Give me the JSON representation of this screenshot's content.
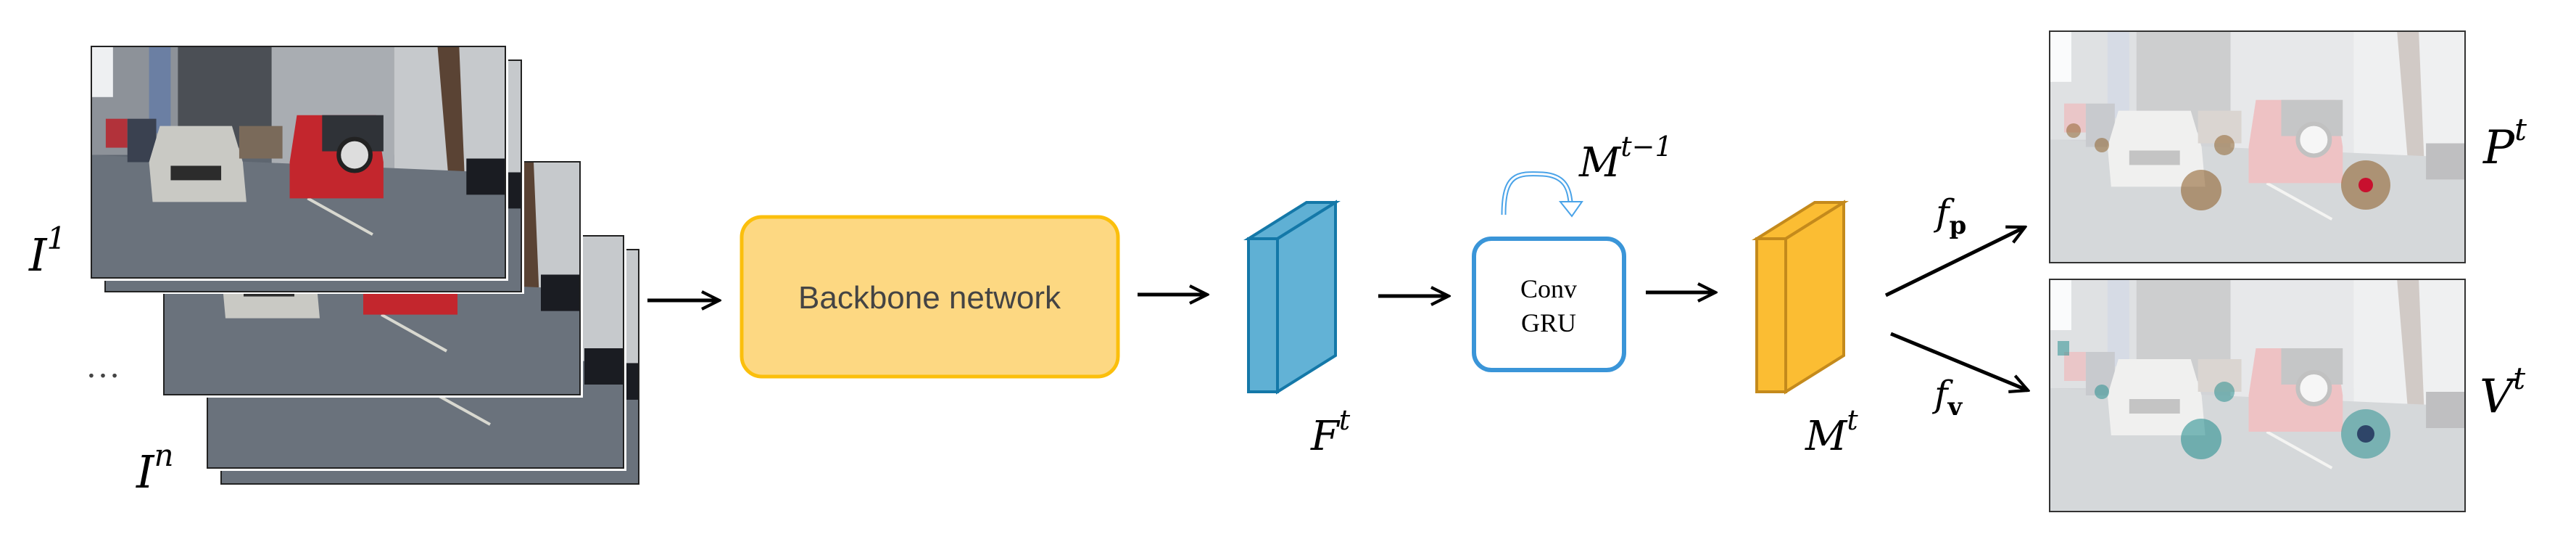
{
  "labels": {
    "input_first": {
      "base": "I",
      "sup": "1"
    },
    "input_ellipsis": "…",
    "input_last": {
      "base": "I",
      "sup": "n"
    },
    "backbone": "Backbone network",
    "features": {
      "base": "F",
      "sup": "t"
    },
    "memory_prev": {
      "base": "M",
      "sup": "t−1"
    },
    "convgru_line1": "Conv",
    "convgru_line2": "GRU",
    "memory": {
      "base": "M",
      "sup": "t"
    },
    "head_p": {
      "base": "f",
      "sub": "p"
    },
    "head_v": {
      "base": "f",
      "sub": "v"
    },
    "output_p": {
      "base": "P",
      "sup": "t"
    },
    "output_v": {
      "base": "V",
      "sup": "t"
    }
  },
  "colors": {
    "backbone_fill": "#fdd882",
    "backbone_stroke": "#fbbf0c",
    "feature_fill": "#5fb0d4",
    "feature_stroke": "#1478a8",
    "memory_fill": "#fbbd33",
    "memory_stroke": "#c48a1c",
    "convgru_stroke": "#3a95d8",
    "heat_p": "#8a5a20",
    "heat_v": "#1c8a8a"
  }
}
